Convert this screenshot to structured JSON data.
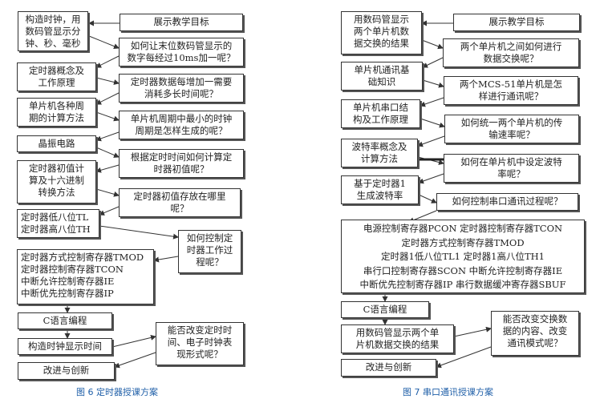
{
  "left": {
    "boxes": [
      "构造时钟，用\n数码管显示分\n钟、秒、毫秒",
      "展示教学目标",
      "如何让末位数码管显示的\n数字每经过10ms加一呢？",
      "定时器概念及\n工作原理",
      "定时器数据每增加一需要\n消耗多长时间呢？",
      "单片机各种周\n期的计算方法",
      "单片机周期中最小的时钟\n周期是怎样生成的呢？",
      "晶振电路",
      "根据定时时间如何计算定\n时器初值呢？",
      "定时器初值计\n算及十六进制\n转换方法",
      "定时器初值存放在哪里\n呢？",
      "定时器低八位TL\n定时器高八位TH",
      "如何控制定\n时器工作过\n程呢？",
      "定时器方式控制寄存器TMOD\n定时器控制寄存器TCON\n中断允许控制寄存器IE\n中断优先控制寄存器IP",
      "C语言编程",
      "能否改变定时时\n间、电子时钟表\n现形式呢？",
      "构造时钟显示时间",
      "改进与创新"
    ],
    "caption": "图 6  定时器授课方案"
  },
  "right": {
    "boxes": [
      "用数码管显示\n两个单片机数\n据交换的结果",
      "展示教学目标",
      "两个单片机之间如何进行\n数据交换呢？",
      "单片机通讯基\n础知识",
      "两个MCS-51单片机是怎\n样进行通讯呢？",
      "单片机串口结\n构及工作原理",
      "如何统一两个单片机的传\n输速率呢？",
      "波特率概念及\n计算方法",
      "如何在单片机中设定波特\n率呢？",
      "基于定时器1\n生成波特率",
      "如何控制串口通讯过程呢？",
      "电源控制寄存器PCON  定时器控制寄存器TCON\n定时器方式控制寄存器TMOD\n定时器1低八位TL1  定时器1高八位TH1\n串行口控制寄存器SCON 中断允许控制寄存器IE\n中断优先控制寄存器IP 串行数据缓冲寄存器SBUF",
      "C语言编程",
      "能否改变交换数\n据的内容、改变\n通讯模式呢？",
      "用数码管显示两个单\n片机数据交换的结果",
      "改进与创新"
    ],
    "caption": "图 7  串口通讯授课方案"
  }
}
